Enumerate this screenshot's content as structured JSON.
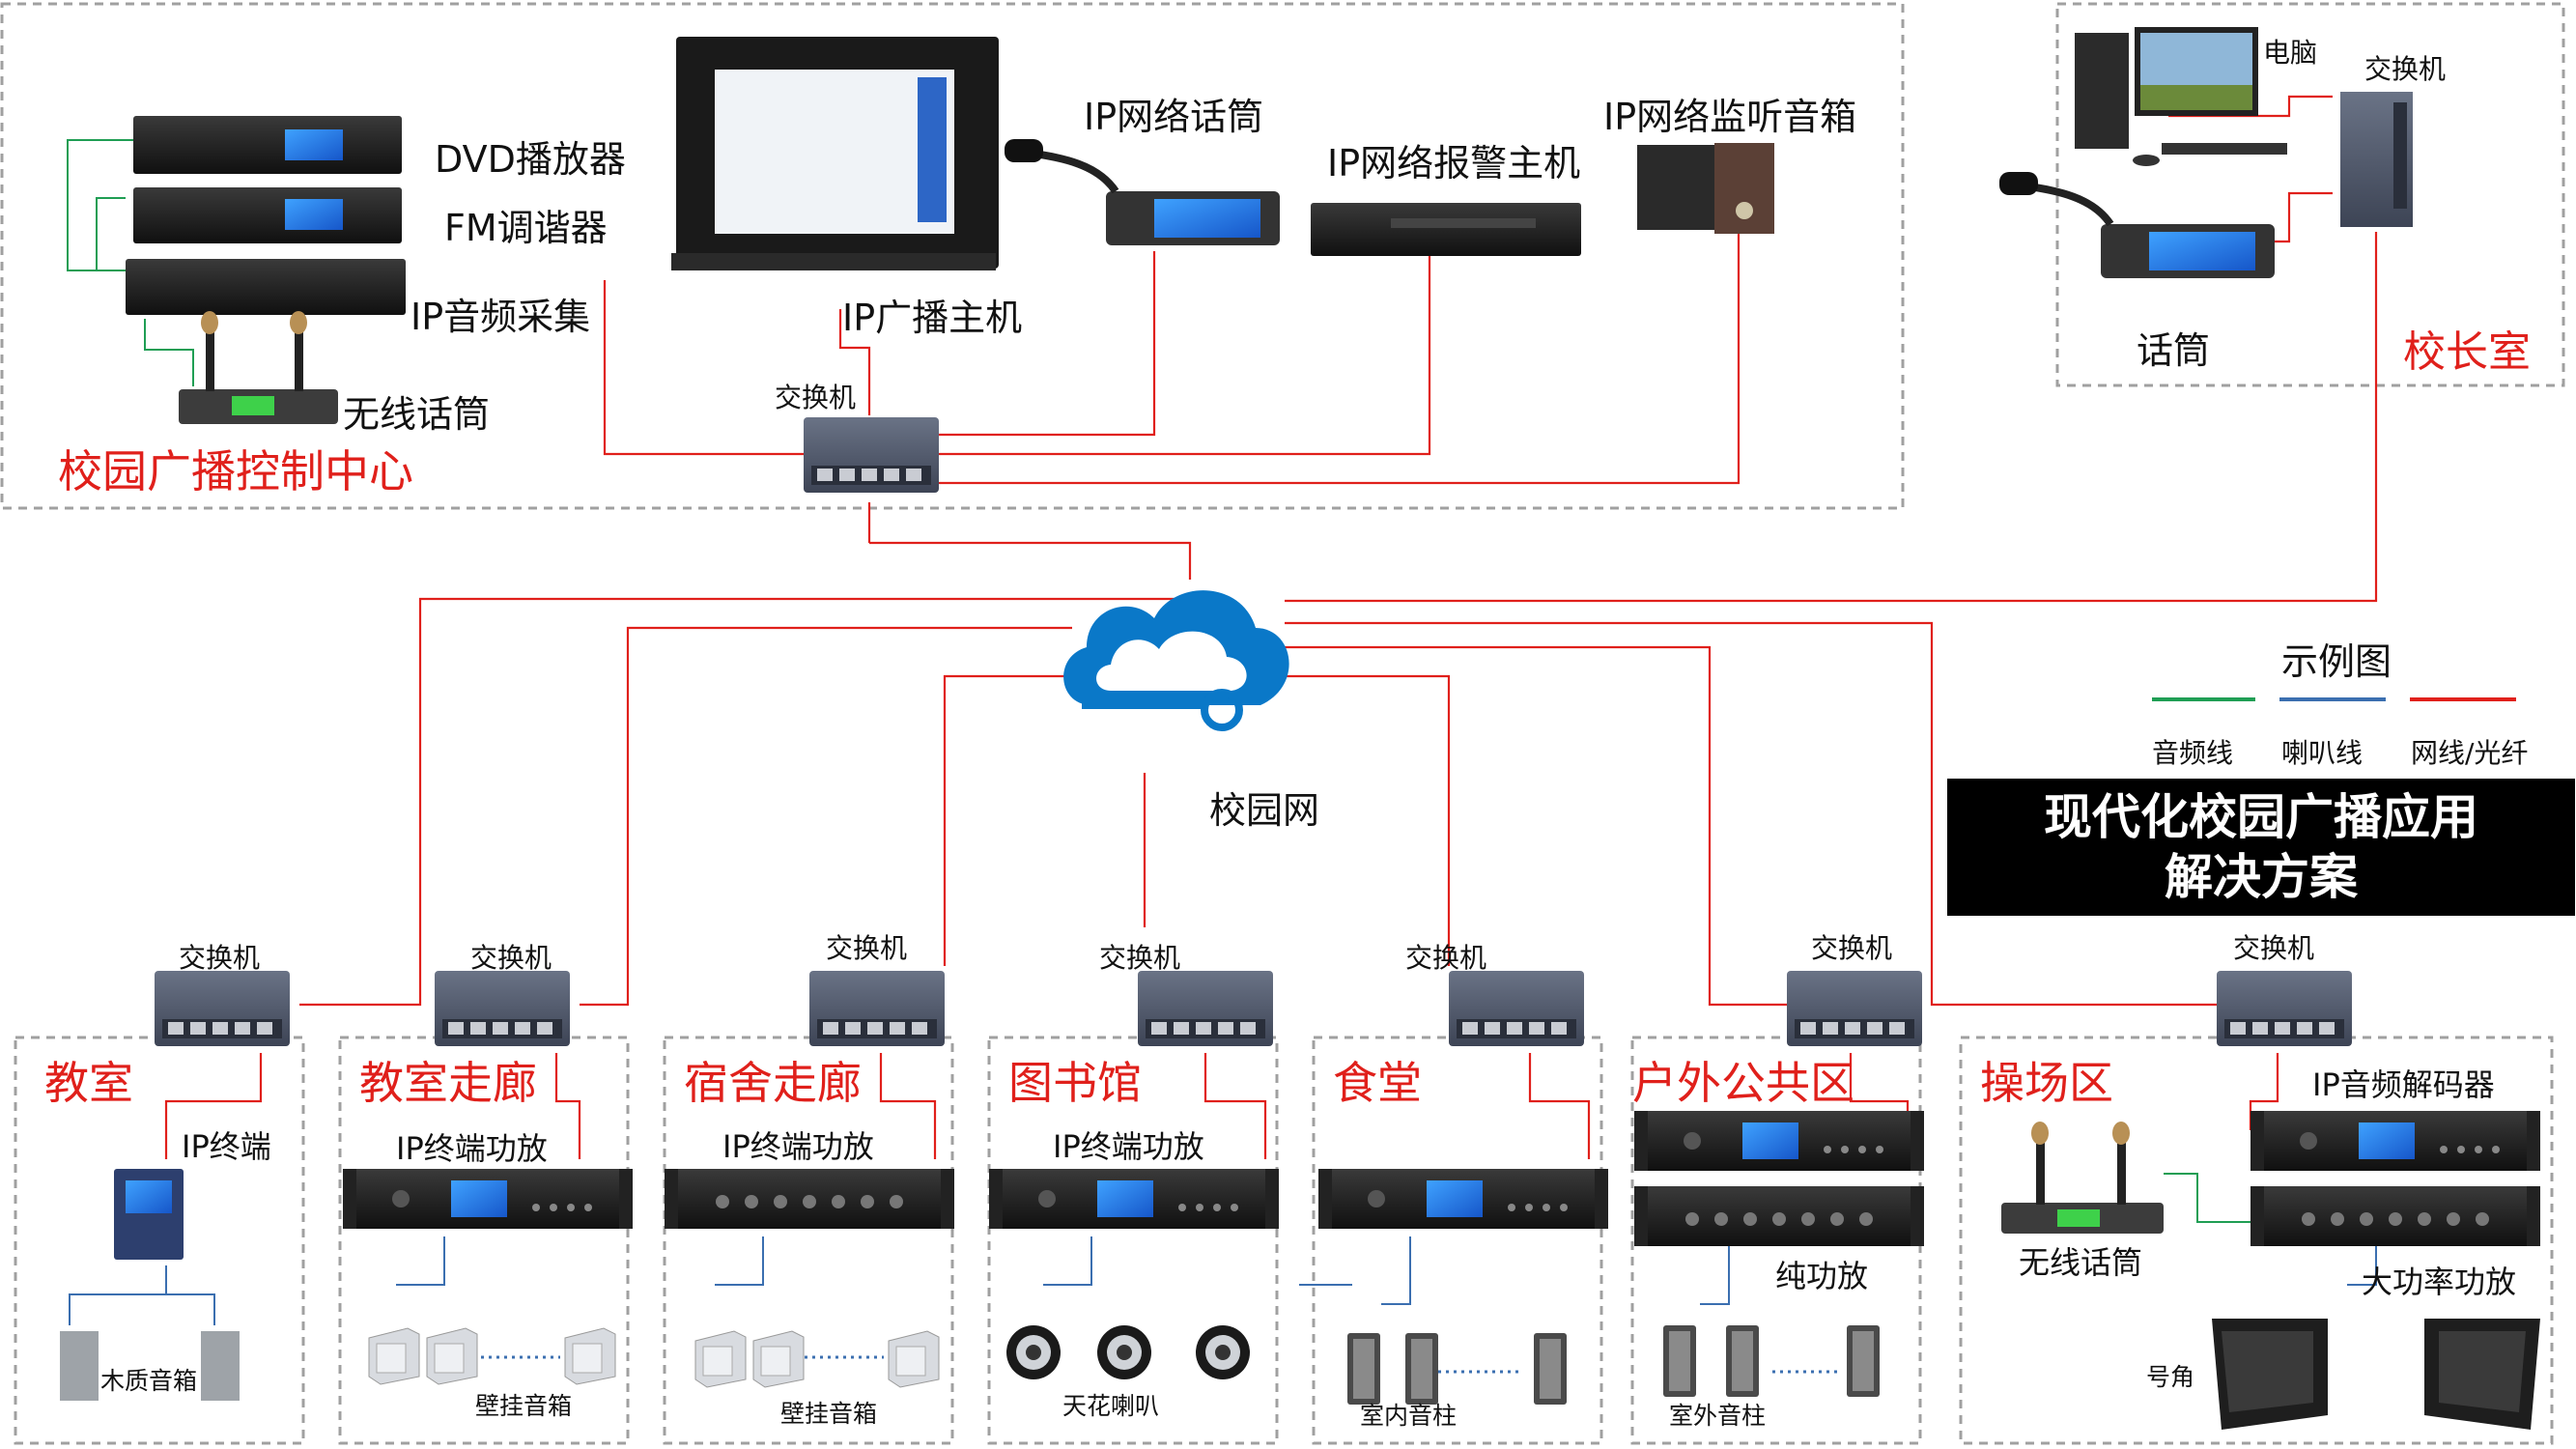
{
  "control_center": {
    "title": "校园广播控制中心",
    "dvd": "DVD播放器",
    "fm": "FM调谐器",
    "ip_audio_capture": "IP音频采集",
    "wireless_mic": "无线话筒",
    "ip_host": "IP广播主机",
    "ip_mic": "IP网络话筒",
    "alarm_host": "IP网络报警主机",
    "monitor_speaker": "IP网络监听音箱",
    "switch": "交换机"
  },
  "principal_office": {
    "title": "校长室",
    "computer": "电脑",
    "switch": "交换机",
    "mic": "话筒"
  },
  "network": {
    "label": "校园网"
  },
  "legend": {
    "title": "示例图",
    "items": [
      {
        "label": "音频线",
        "color": "#1f9e54"
      },
      {
        "label": "喇叭线",
        "color": "#3b6fb0"
      },
      {
        "label": "网线/光纤",
        "color": "#e0201b"
      }
    ]
  },
  "banner": {
    "line1": "现代化校园广播应用",
    "line2": "解决方案"
  },
  "zones": [
    {
      "title": "教室",
      "switch": "交换机",
      "device": "IP终端",
      "speaker": "木质音箱"
    },
    {
      "title": "教室走廊",
      "switch": "交换机",
      "device": "IP终端功放",
      "speaker": "壁挂音箱"
    },
    {
      "title": "宿舍走廊",
      "switch": "交换机",
      "device": "IP终端功放",
      "speaker": "壁挂音箱"
    },
    {
      "title": "图书馆",
      "switch": "交换机",
      "device": "IP终端功放",
      "speaker": "天花喇叭"
    },
    {
      "title": "食堂",
      "switch": "交换机",
      "device": "",
      "speaker": "室内音柱"
    },
    {
      "title": "户外公共区",
      "switch": "交换机",
      "device": "纯功放",
      "speaker": "室外音柱"
    },
    {
      "title": "操场区",
      "switch": "交换机",
      "device": "IP音频解码器",
      "device2": "大功率功放",
      "mic": "无线话筒",
      "speaker": "号角"
    }
  ],
  "colors": {
    "network_line": "#e0201b",
    "audio_line": "#1f9e54",
    "speaker_line": "#3b6fb0",
    "dash_border": "#a0a0a0",
    "cloud": "#0a78c8"
  }
}
